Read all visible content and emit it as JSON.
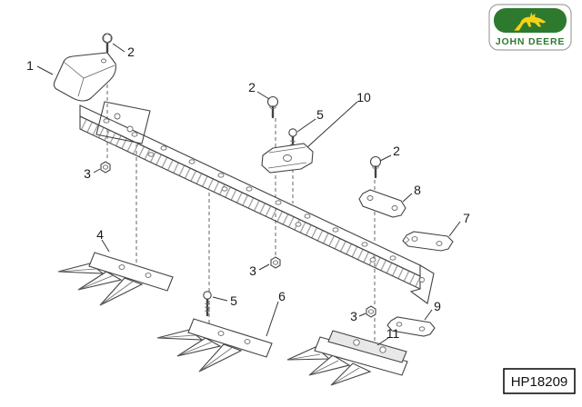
{
  "brand": {
    "logo_text": "JOHN DEERE",
    "green": "#2d7a2e",
    "yellow": "#f8d117"
  },
  "drawing_number": "HP18209",
  "ink_color": "#444444",
  "callouts": {
    "part1": "1",
    "part2a": "2",
    "part2b": "2",
    "part2c": "2",
    "part3a": "3",
    "part3b": "3",
    "part3c": "3",
    "part4": "4",
    "part5a": "5",
    "part5b": "5",
    "part6": "6",
    "part7": "7",
    "part8": "8",
    "part9": "9",
    "part10": "10",
    "part11": "11"
  }
}
